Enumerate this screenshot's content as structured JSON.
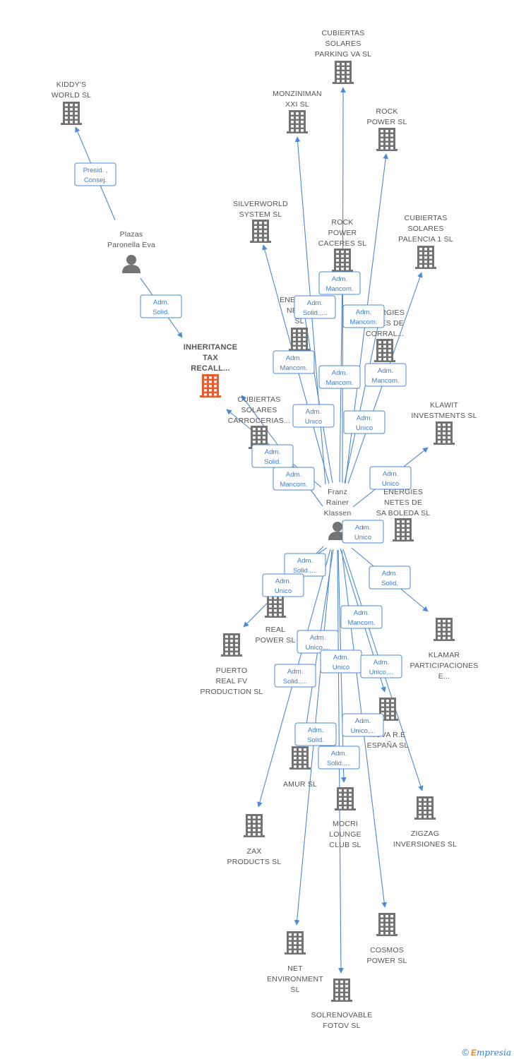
{
  "nodes": [
    {
      "id": "kiddys",
      "type": "company",
      "lines": [
        "KIDDY'S",
        "WORLD SL"
      ]
    },
    {
      "id": "cub_parking",
      "type": "company",
      "lines": [
        "CUBIERTAS",
        "SOLARES",
        "PARKING VA SL"
      ]
    },
    {
      "id": "monziniman",
      "type": "company",
      "lines": [
        "MONZINIMAN",
        "XXI SL"
      ]
    },
    {
      "id": "rock_power",
      "type": "company",
      "lines": [
        "ROCK",
        "POWER SL"
      ]
    },
    {
      "id": "silverworld",
      "type": "company",
      "lines": [
        "SILVERWORLD",
        "SYSTEM SL"
      ]
    },
    {
      "id": "rock_caceres",
      "type": "company",
      "lines": [
        "ROCK",
        "POWER",
        "CACERES  SL"
      ]
    },
    {
      "id": "cub_palencia",
      "type": "company",
      "lines": [
        "CUBIERTAS",
        "SOLARES",
        "PALENCIA 1 SL"
      ]
    },
    {
      "id": "plazas",
      "type": "person",
      "lines": [
        "Plazas",
        "Paronella Eva"
      ]
    },
    {
      "id": "inheritance",
      "type": "company_main",
      "lines": [
        "INHERITANCE",
        "TAX",
        "RECALL..."
      ]
    },
    {
      "id": "energies_netes",
      "type": "company",
      "lines": [
        "ENERGIES",
        "NETES",
        "SL"
      ]
    },
    {
      "id": "energies_corral",
      "type": "company",
      "lines": [
        "ENERGIES",
        "NETES DE",
        "CORRAL..."
      ]
    },
    {
      "id": "cub_carrocerias",
      "type": "company",
      "lines": [
        "CUBIERTAS",
        "SOLARES",
        "CARROCERIAS..."
      ]
    },
    {
      "id": "klawit",
      "type": "company",
      "lines": [
        "KLAWIT",
        "INVESTMENTS SL"
      ]
    },
    {
      "id": "franz",
      "type": "person",
      "lines": [
        "Franz",
        "Rainer",
        "Klassen"
      ]
    },
    {
      "id": "sa_boleda",
      "type": "company",
      "lines": [
        "ENERGIES",
        "NETES DE",
        "SA BOLEDA SL"
      ]
    },
    {
      "id": "real_power",
      "type": "company",
      "lines": [
        "REAL",
        "POWER SL"
      ]
    },
    {
      "id": "puerto_real",
      "type": "company",
      "lines": [
        "PUERTO",
        "REAL FV",
        "PRODUCTION SL"
      ]
    },
    {
      "id": "klamar",
      "type": "company",
      "lines": [
        "KLAMAR",
        "PARTICIPACIONES",
        "E..."
      ]
    },
    {
      "id": "nova_re",
      "type": "company",
      "lines": [
        "NOVA R.E",
        "ESPAÑA  SL"
      ]
    },
    {
      "id": "amur",
      "type": "company",
      "lines": [
        "AMUR SL"
      ]
    },
    {
      "id": "mocri",
      "type": "company",
      "lines": [
        "MOCRI",
        "LOUNGE",
        "CLUB SL"
      ]
    },
    {
      "id": "zigzag",
      "type": "company",
      "lines": [
        "ZIGZAG",
        "INVERSIONES SL"
      ]
    },
    {
      "id": "zax",
      "type": "company",
      "lines": [
        "ZAX",
        "PRODUCTS SL"
      ]
    },
    {
      "id": "cosmos",
      "type": "company",
      "lines": [
        "COSMOS",
        "POWER SL"
      ]
    },
    {
      "id": "net_env",
      "type": "company",
      "lines": [
        "NET",
        "ENVIRONMENT",
        "SL"
      ]
    },
    {
      "id": "solrenovable",
      "type": "company",
      "lines": [
        "SOLRENOVABLE",
        "FOTOV SL"
      ]
    }
  ],
  "relations": [
    {
      "from": "plazas",
      "to": "kiddys",
      "lines": [
        "Presid. ,",
        "Consej."
      ]
    },
    {
      "from": "plazas",
      "to": "inheritance",
      "lines": [
        "Adm.",
        "Solid."
      ]
    },
    {
      "from": "franz",
      "to": "rock_caceres",
      "lines": [
        "Adm.",
        "Mancom."
      ]
    },
    {
      "from": "franz",
      "to": "energies_netes",
      "lines": [
        "Adm.",
        "Solid.,..."
      ]
    },
    {
      "from": "franz",
      "to": "energies_corral",
      "lines": [
        "Adm.",
        "Mancom."
      ]
    },
    {
      "from": "franz",
      "to": "silverworld",
      "lines": [
        "Adm.",
        "Mancom."
      ]
    },
    {
      "from": "franz",
      "to": "cub_parking",
      "lines": [
        "Adm.",
        "Mancom."
      ]
    },
    {
      "from": "franz",
      "to": "cub_palencia",
      "lines": [
        "Adm.",
        "Mancom."
      ]
    },
    {
      "from": "franz",
      "to": "monziniman",
      "lines": [
        "Adm.",
        "Unico"
      ]
    },
    {
      "from": "franz",
      "to": "rock_power",
      "lines": [
        "Adm.",
        "Unico"
      ]
    },
    {
      "from": "franz",
      "to": "cub_carrocerias",
      "lines": [
        "Adm.",
        "Solid."
      ]
    },
    {
      "from": "franz",
      "to": "inheritance",
      "lines": [
        "Adm.",
        "Mancom."
      ]
    },
    {
      "from": "franz",
      "to": "klawit",
      "lines": [
        "Adm.",
        "Unico"
      ]
    },
    {
      "from": "franz",
      "to": "sa_boleda",
      "lines": [
        "Adm.",
        "Unico"
      ]
    },
    {
      "from": "franz",
      "to": "real_power",
      "lines": [
        "Adm.",
        "Solid.,..."
      ]
    },
    {
      "from": "franz",
      "to": "puerto_real",
      "lines": [
        "Adm.",
        "Unico"
      ]
    },
    {
      "from": "franz",
      "to": "klamar",
      "lines": [
        "Adm.",
        "Solid."
      ]
    },
    {
      "from": "franz",
      "to": "nova_re",
      "lines": [
        "Adm.",
        "Mancom."
      ]
    },
    {
      "from": "franz",
      "to": "amur",
      "lines": [
        "Adm.",
        "Unico,..."
      ]
    },
    {
      "from": "franz",
      "to": "mocri",
      "lines": [
        "Adm.",
        "Unico"
      ]
    },
    {
      "from": "franz",
      "to": "zigzag",
      "lines": [
        "Adm.",
        "Unico,..."
      ]
    },
    {
      "from": "franz",
      "to": "zax",
      "lines": [
        "Adm.",
        "Solid.,..."
      ]
    },
    {
      "from": "franz",
      "to": "cosmos",
      "lines": [
        "Adm.",
        "Unico,..."
      ]
    },
    {
      "from": "franz",
      "to": "net_env",
      "lines": [
        "Adm.",
        "Solid."
      ]
    },
    {
      "from": "franz",
      "to": "solrenovable",
      "lines": [
        "Adm.",
        "Solid.,..."
      ]
    }
  ],
  "colors": {
    "edge": "#4a8ad8",
    "label_text": "#555555",
    "relation_text": "#3b7dd8",
    "company_icon": "#737373",
    "main_company_icon": "#ef5a2d",
    "person_icon": "#737373"
  },
  "footer": {
    "copyright": "©",
    "brand_first": "E",
    "brand_rest": "mpresia"
  }
}
